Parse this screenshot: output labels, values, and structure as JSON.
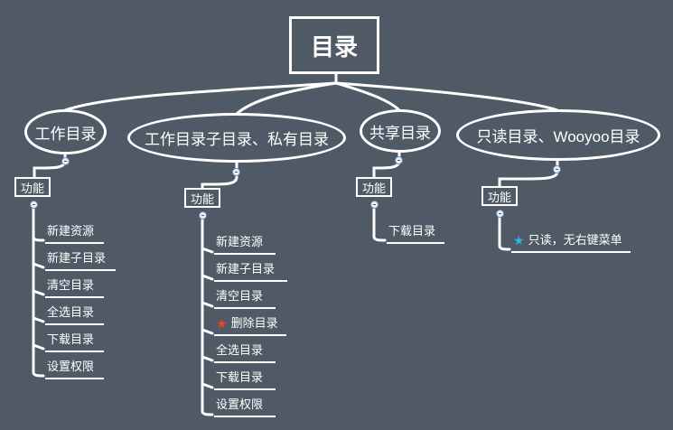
{
  "root": {
    "label": "目录"
  },
  "branches": [
    {
      "label": "工作目录",
      "function_label": "功能",
      "items": [
        {
          "label": "新建资源"
        },
        {
          "label": "新建子目录"
        },
        {
          "label": "清空目录"
        },
        {
          "label": "全选目录"
        },
        {
          "label": "下载目录"
        },
        {
          "label": "设置权限"
        }
      ]
    },
    {
      "label": "工作目录子目录、私有目录",
      "function_label": "功能",
      "items": [
        {
          "label": "新建资源"
        },
        {
          "label": "新建子目录"
        },
        {
          "label": "清空目录"
        },
        {
          "label": "删除目录",
          "icon": "red-star-icon"
        },
        {
          "label": "全选目录"
        },
        {
          "label": "下载目录"
        },
        {
          "label": "设置权限"
        }
      ]
    },
    {
      "label": "共享目录",
      "function_label": "功能",
      "items": [
        {
          "label": "下载目录"
        }
      ]
    },
    {
      "label": "只读目录、Wooyoo目录",
      "function_label": "功能",
      "items": [
        {
          "label": "只读，无右键菜单",
          "icon": "blue-star-icon"
        }
      ]
    }
  ],
  "colors": {
    "background": "#505a66",
    "line": "#ffffff",
    "red_star": "#e8452c",
    "blue_star": "#2fb3e0"
  }
}
